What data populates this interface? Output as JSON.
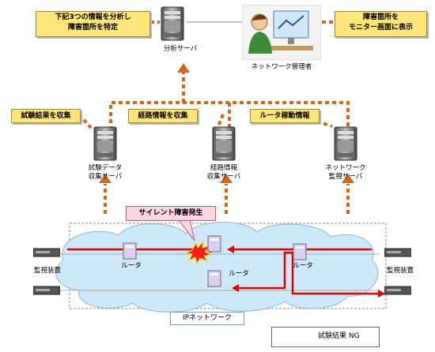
{
  "callouts": {
    "analysis": [
      "下記3つの情報を分析し",
      "障害箇所を特定"
    ],
    "monitor": [
      "障害箇所を",
      "モニター画面に表示"
    ],
    "test_results": "試験結果を収集",
    "route_info": "経路情報を収集",
    "router_status": "ルータ稼動情報"
  },
  "labels": {
    "analysis_server": "分析サーバ",
    "network_admin": "ネットワーク管理者",
    "test_server": [
      "試験データ",
      "収集サーバ"
    ],
    "route_server": [
      "経路情報",
      "収集サーバ"
    ],
    "monitor_server": [
      "ネットワーク",
      "監視サーバ"
    ],
    "router": "ルータ",
    "monitor_device": "監視装置",
    "alert": "サイレント障害発生",
    "ip_network": "IPネットワーク"
  },
  "legend": {
    "label": "試験結果 NG"
  },
  "colors": {
    "flow_arrow": "#d2691e",
    "fault_line": "#e00000",
    "callout_fill": "#ffe57a",
    "cloud_fill": "#cfe8f7",
    "alert_fill": "#ffd5e3"
  }
}
